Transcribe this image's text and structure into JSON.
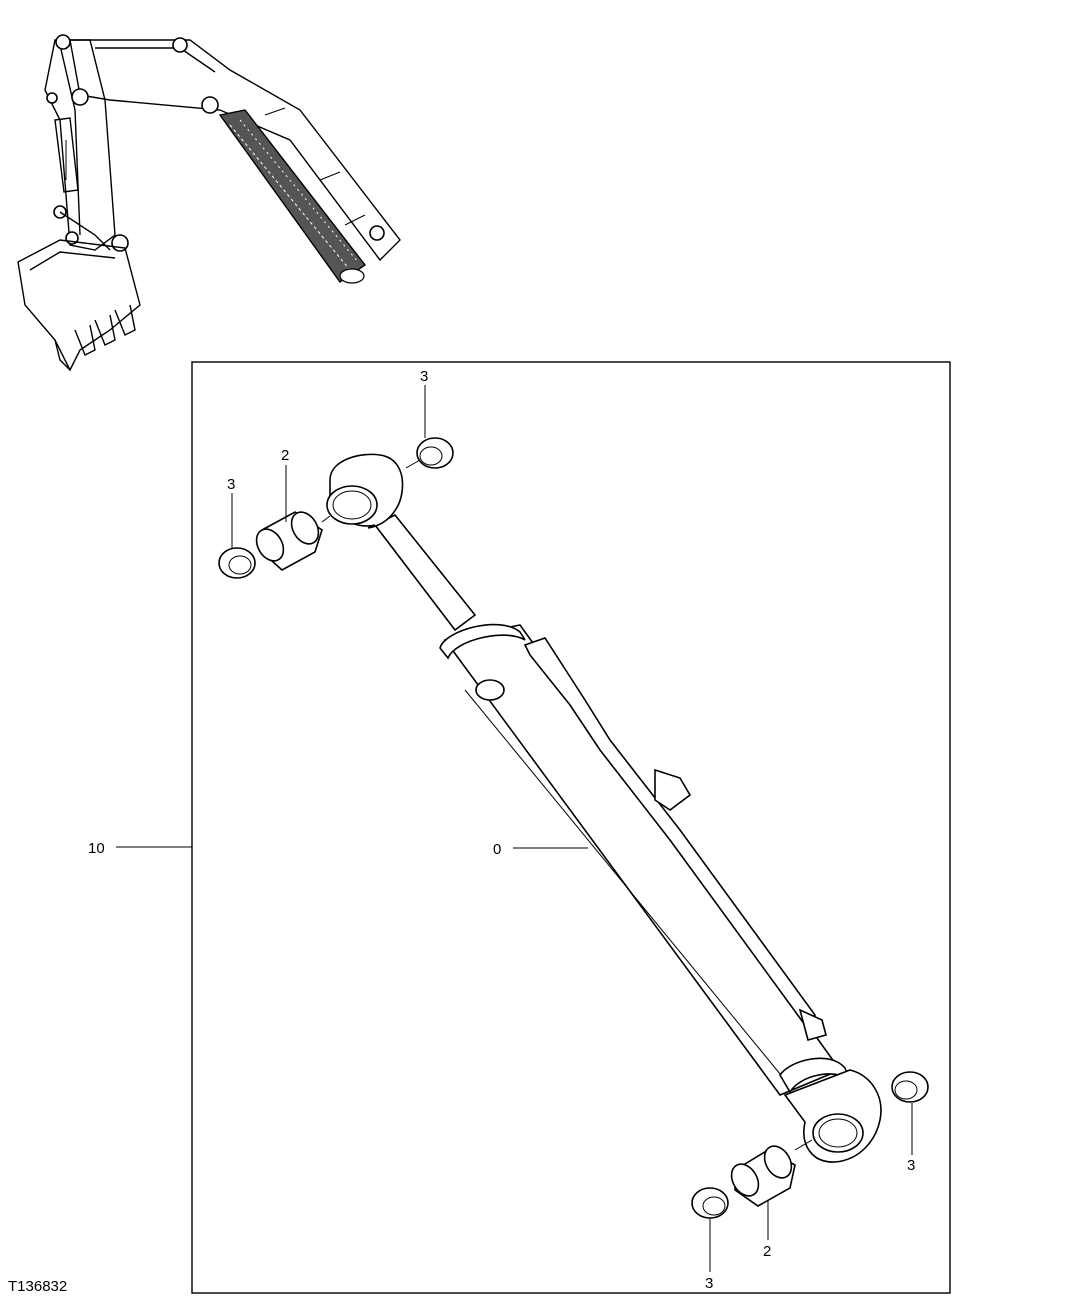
{
  "figure_id": "T136832",
  "callouts": {
    "assembly": "10",
    "cylinder": "0",
    "bushing_top": "2",
    "bushing_bottom": "2",
    "seal_top_left": "3",
    "seal_top_right": "3",
    "seal_bottom_right": "3",
    "seal_bottom_left": "3"
  }
}
